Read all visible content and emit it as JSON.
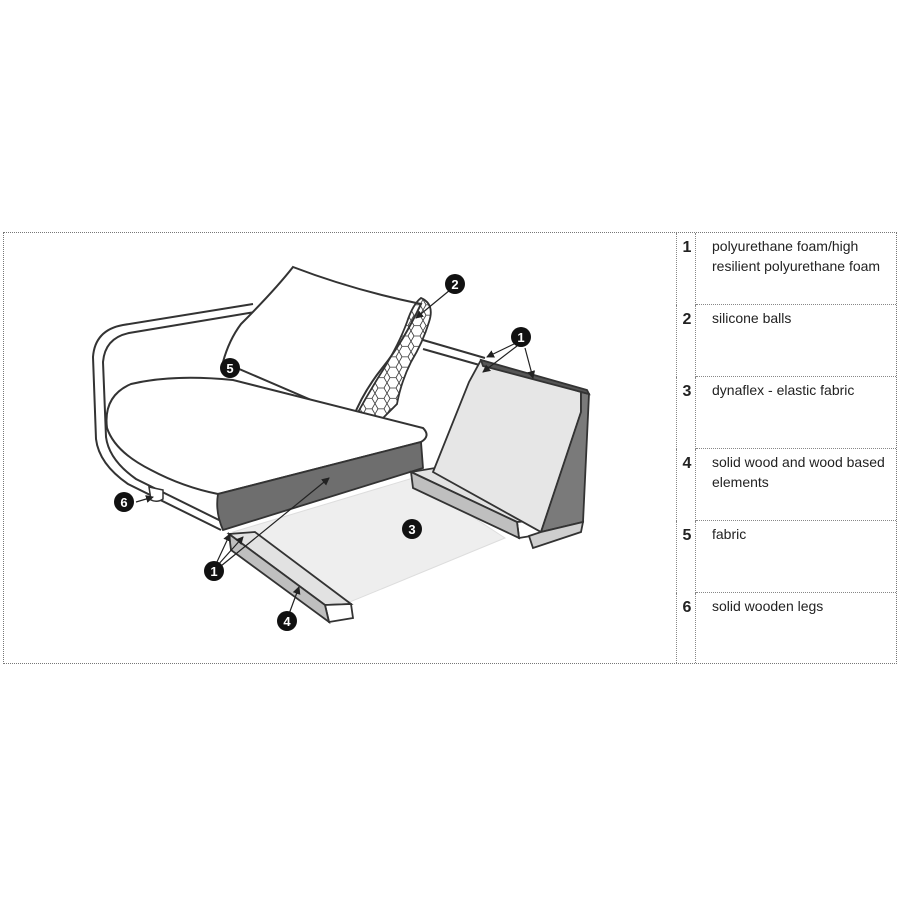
{
  "callouts": {
    "c1": "1",
    "c2": "2",
    "c3": "3",
    "c4": "4",
    "c5": "5",
    "c6": "6"
  },
  "legend": [
    {
      "num": "1",
      "text": "polyurethane foam/high resilient polyurethane foam"
    },
    {
      "num": "2",
      "text": "silicone balls"
    },
    {
      "num": "3",
      "text": "dynaflex - elastic fabric"
    },
    {
      "num": "4",
      "text": "solid wood and wood based elements"
    },
    {
      "num": "5",
      "text": "fabric"
    },
    {
      "num": "6",
      "text": "solid wooden legs"
    }
  ]
}
